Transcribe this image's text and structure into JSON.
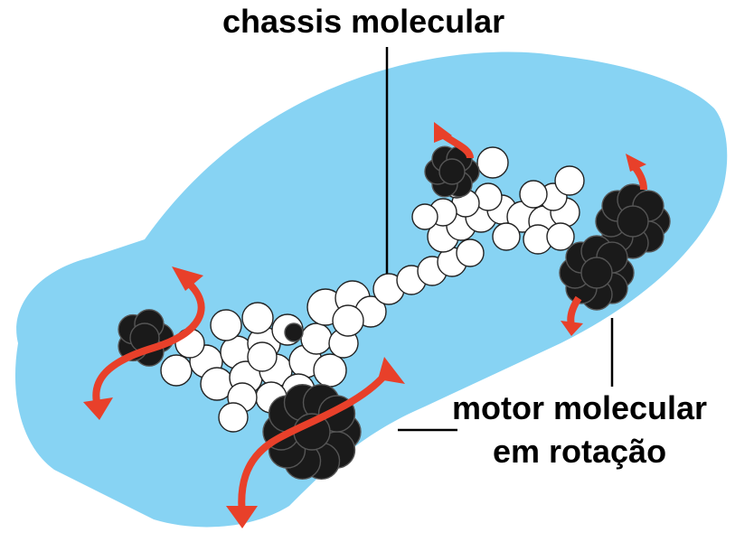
{
  "labels": {
    "chassis": "chassis molecular",
    "motor_line1": "motor molecular",
    "motor_line2": "em rotação"
  },
  "colors": {
    "car_body": "#87d3f3",
    "atom_white": "#ffffff",
    "atom_black": "#1a1a1a",
    "arrow": "#e8402a",
    "leader_line": "#000000"
  },
  "icons": {
    "rotation_arrow": "curved-double-arrow-icon",
    "wheel": "molecular-wheel-icon"
  }
}
